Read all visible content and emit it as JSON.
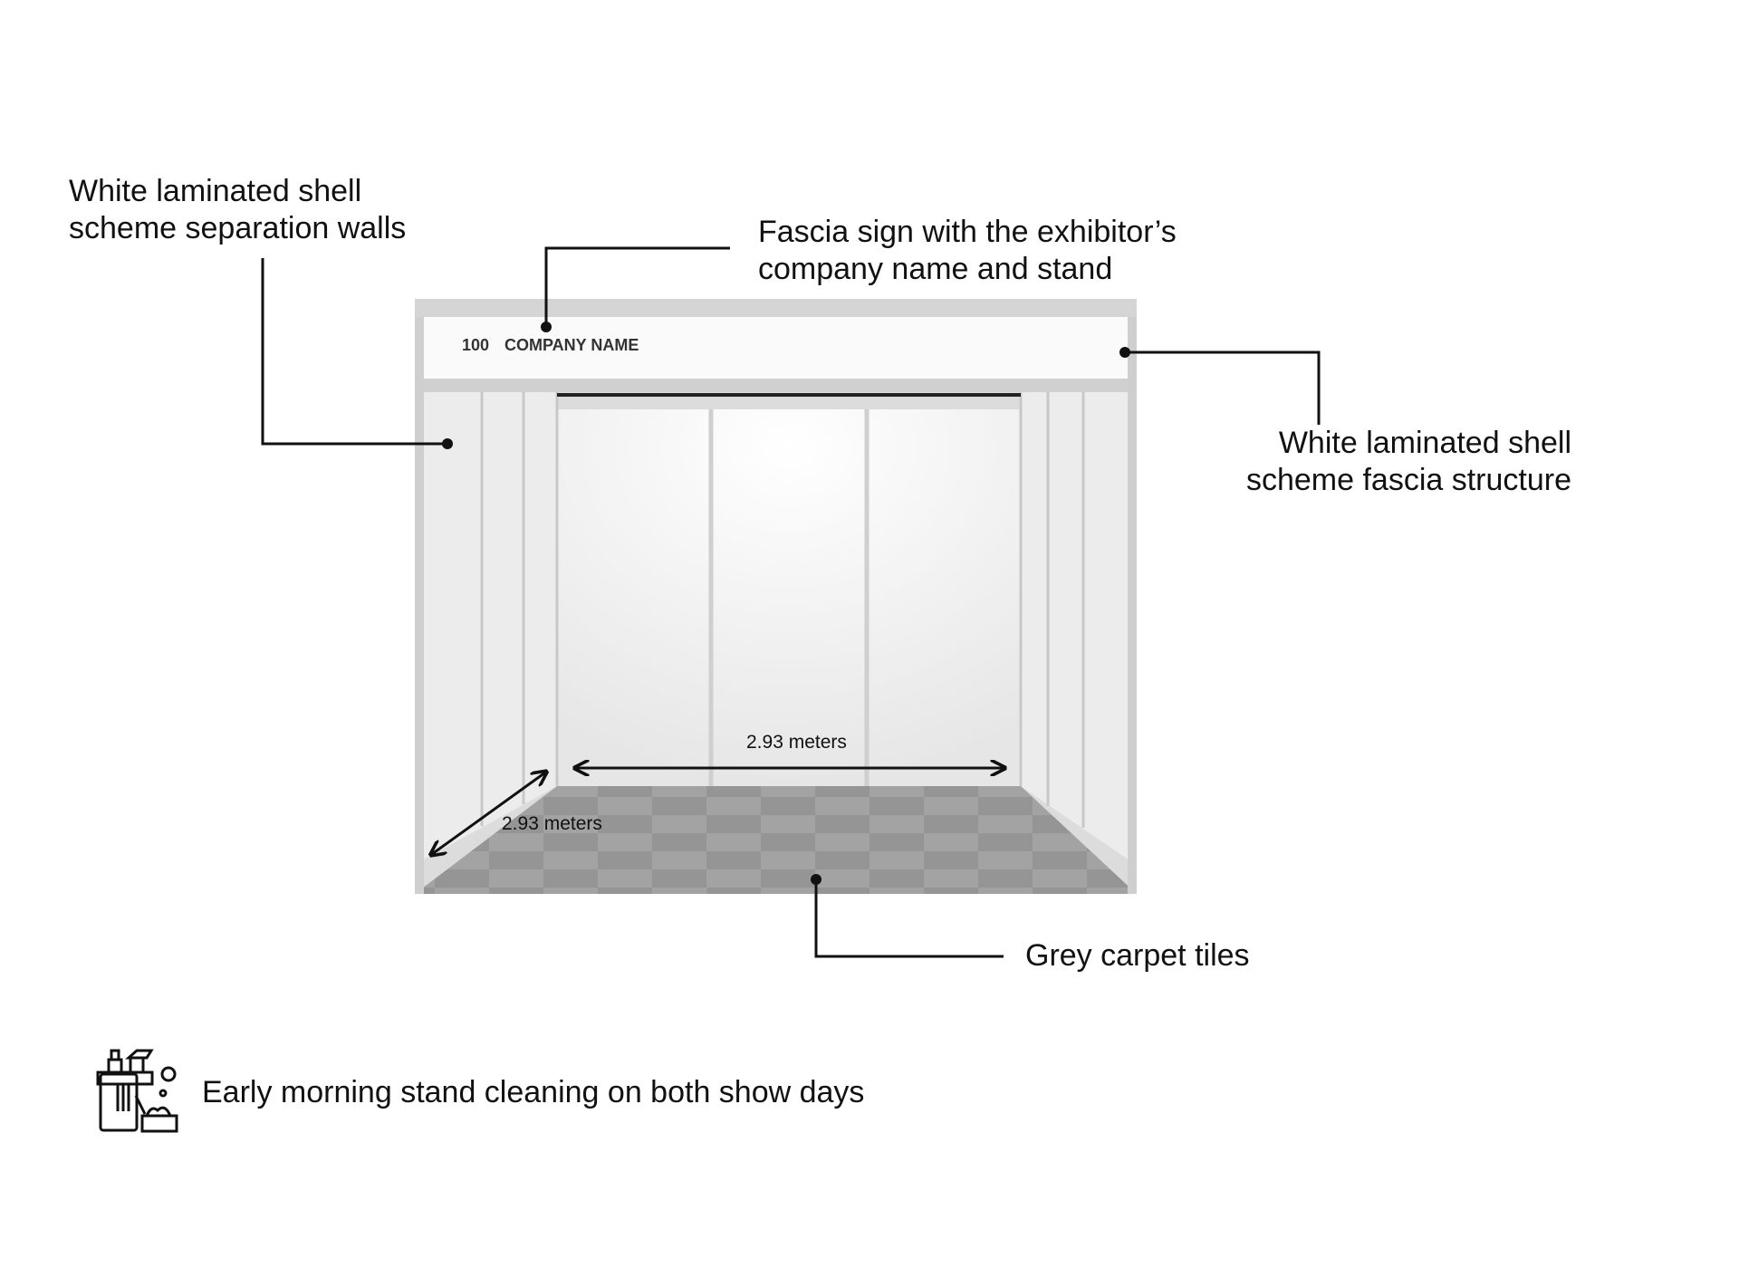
{
  "labels": {
    "separation_walls": [
      "White laminated shell",
      "scheme separation walls"
    ],
    "fascia_sign": [
      "Fascia sign with the exhibitor’s",
      "company name and stand"
    ],
    "fascia_structure": [
      "White laminated shell",
      "scheme fascia structure"
    ],
    "carpet": "Grey carpet tiles"
  },
  "fascia": {
    "stand_number": "100",
    "company_name": "COMPANY NAME"
  },
  "dimensions": {
    "width": "2.93 meters",
    "depth": "2.93 meters"
  },
  "cleaning": {
    "icon": "cleaning-supplies-icon",
    "text": "Early morning stand cleaning on both show days"
  }
}
